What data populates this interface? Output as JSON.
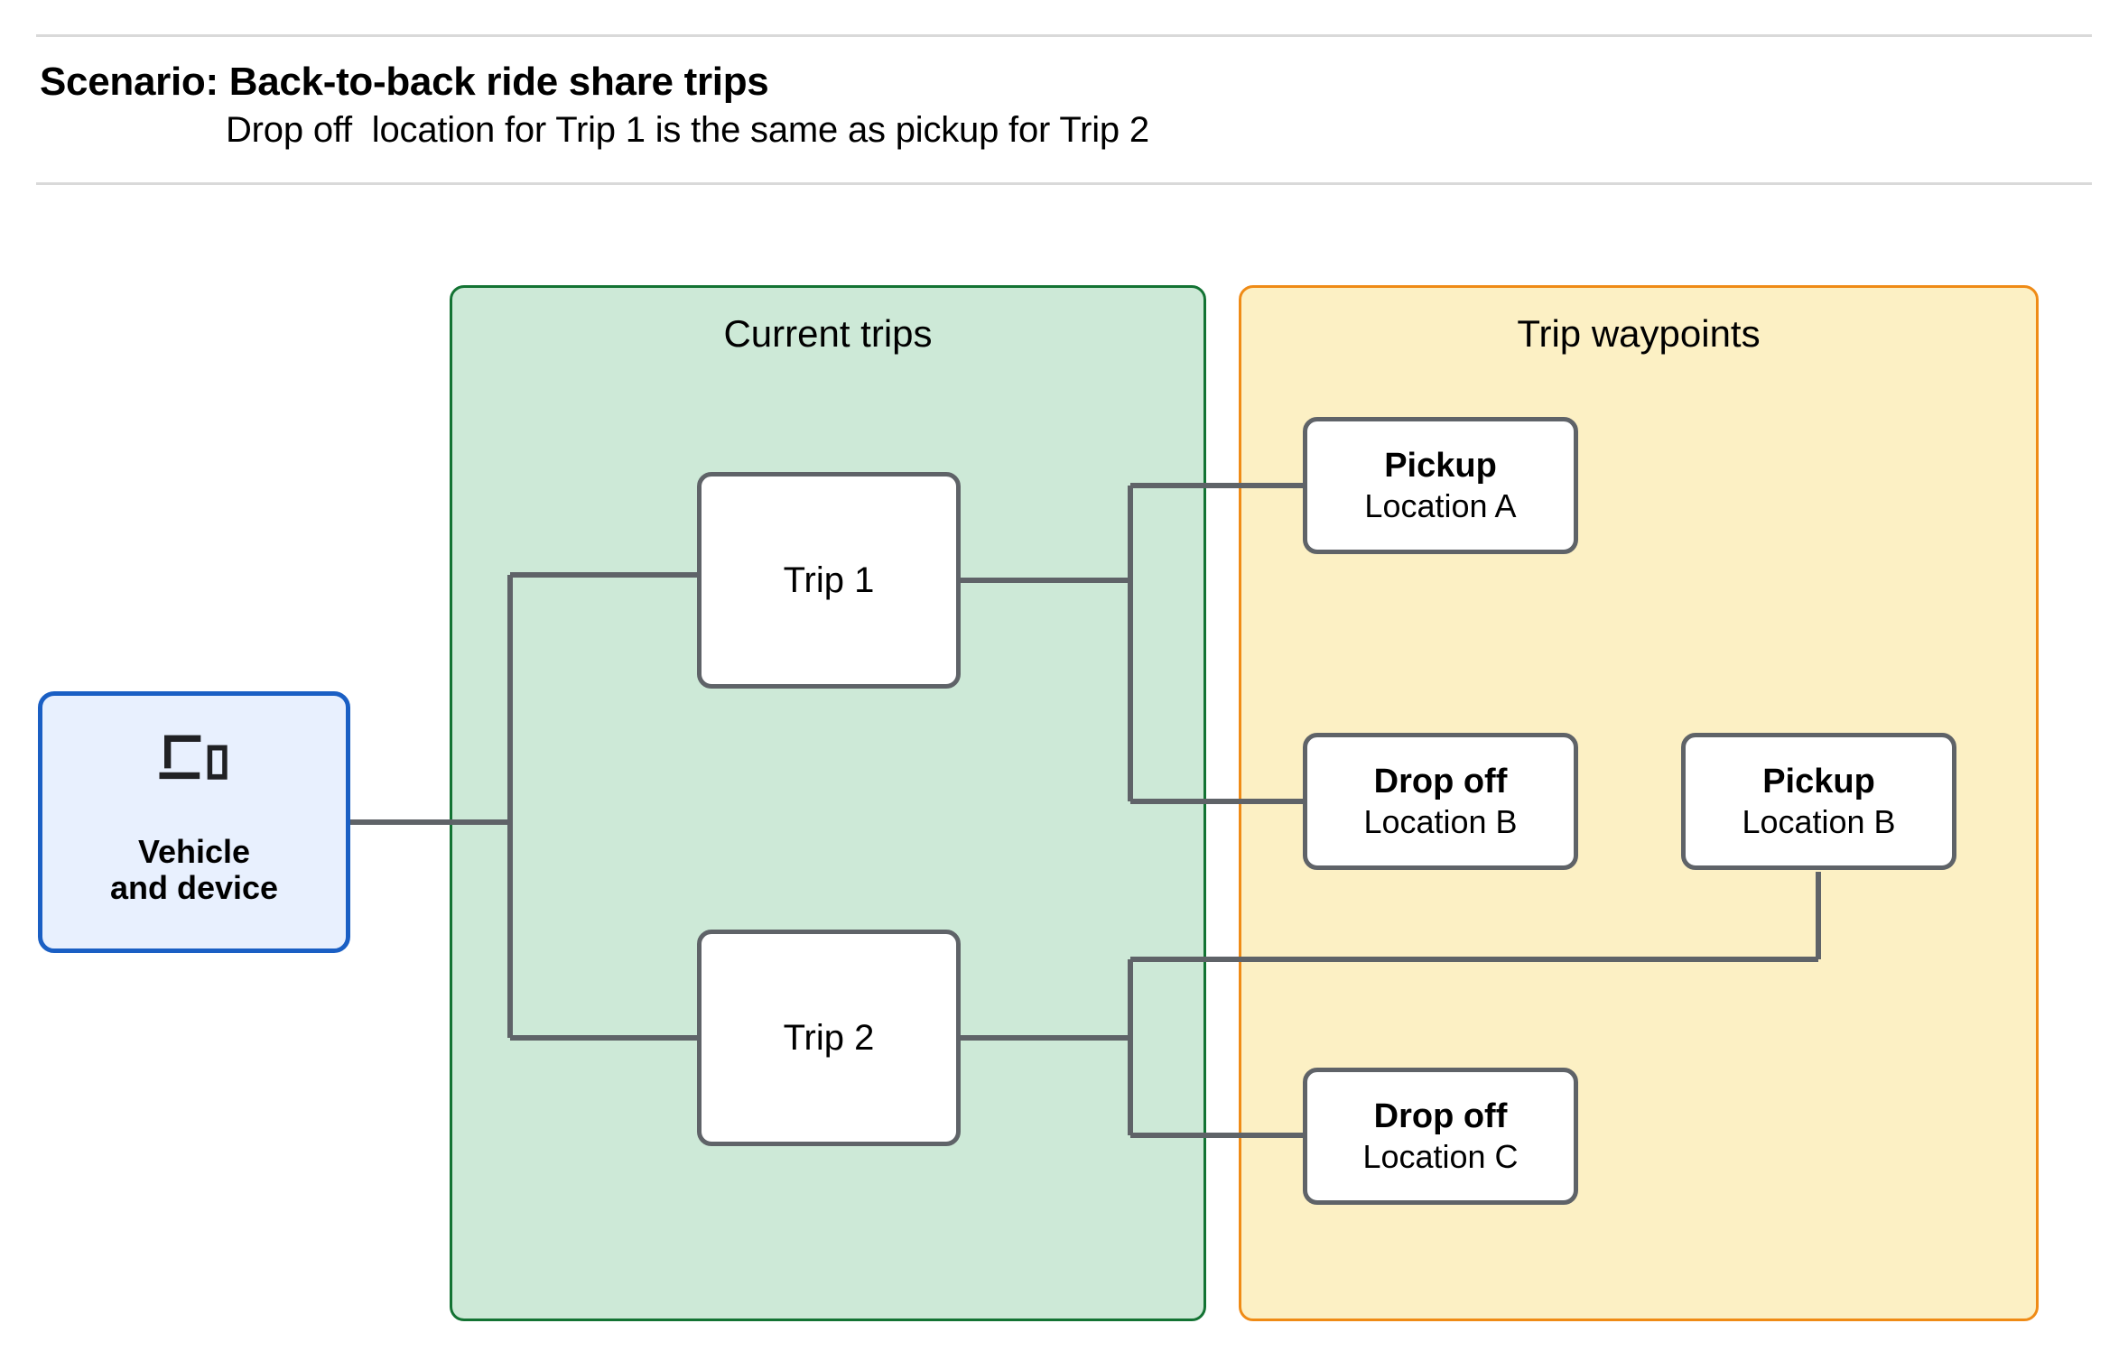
{
  "header": {
    "title": "Scenario: Back-to-back ride share trips",
    "subtitle": "Drop off  location for Trip 1 is the same as pickup for Trip 2"
  },
  "groups": {
    "current_trips": {
      "title": "Current trips",
      "fill": "#cde9d7",
      "border": "#137333"
    },
    "trip_waypoints": {
      "title": "Trip waypoints",
      "fill": "#fcf0c4",
      "border": "#ef8b16"
    }
  },
  "nodes": {
    "vehicle": {
      "line1": "Vehicle",
      "line2": "and device",
      "icon": "devices-icon",
      "fill": "#e8f0fe",
      "border": "#1a5fc4"
    },
    "trip1": {
      "label": "Trip 1"
    },
    "trip2": {
      "label": "Trip 2"
    },
    "pickup_a": {
      "title": "Pickup",
      "sub": "Location A"
    },
    "dropoff_b": {
      "title": "Drop off",
      "sub": "Location B"
    },
    "pickup_b": {
      "title": "Pickup",
      "sub": "Location B"
    },
    "dropoff_c": {
      "title": "Drop off",
      "sub": "Location C"
    }
  },
  "colors": {
    "connector": "#5f6368",
    "node_border": "#5f6368",
    "rule": "#d9d9d9",
    "text": "#000000"
  }
}
